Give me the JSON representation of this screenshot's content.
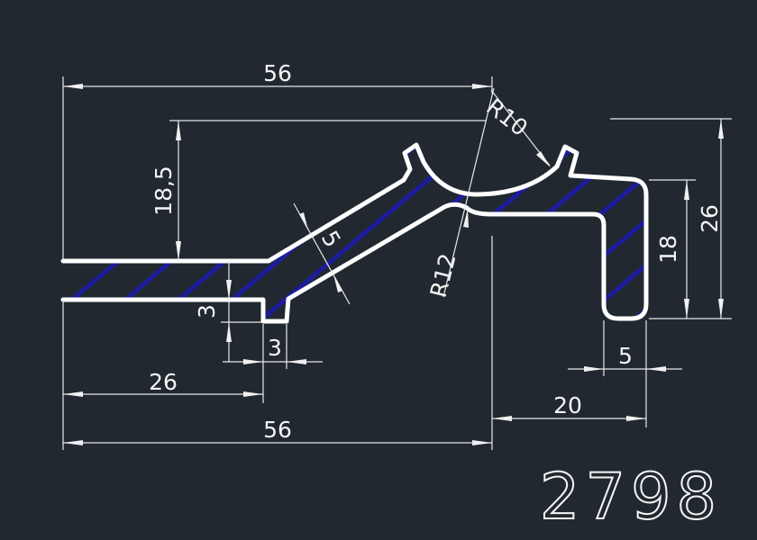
{
  "drawing": {
    "part_number": "2798",
    "colors": {
      "background": "#212830",
      "outline": "#ffffff",
      "hatch": "#1c1c9c",
      "dimension": "#e8e8e8"
    },
    "dimensions": {
      "overall_width_top": "56",
      "arc_radius_top": "R10",
      "height_to_top": "18,5",
      "wall_thickness": "5",
      "arc_radius_bottom": "R12",
      "overall_height_right": "26",
      "right_leg_height": "18",
      "flange_thickness": "3",
      "foot_width": "3",
      "foot_offset": "26",
      "overall_width_bottom": "56",
      "right_leg_width": "5",
      "right_section_width": "20"
    }
  }
}
